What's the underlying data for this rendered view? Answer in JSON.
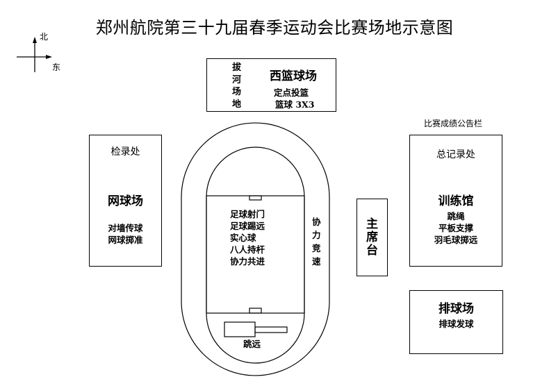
{
  "title": "郑州航院第三十九届春季运动会比赛场地示意图",
  "compass": {
    "north": "北",
    "east": "东"
  },
  "west_court": {
    "tug_of_war": [
      "拔",
      "河",
      "场",
      "地"
    ],
    "name": "西篮球场",
    "events": [
      "定点投篮",
      "篮球 3X3"
    ]
  },
  "tennis_court": {
    "header": "检录处",
    "name": "网球场",
    "events": [
      "对墙传球",
      "网球掷准"
    ]
  },
  "track_field": {
    "events": [
      "足球射门",
      "足球踢远",
      "实心球",
      "八人持杆",
      "协力共进"
    ],
    "lane_event": [
      "协",
      "力",
      "竞",
      "速"
    ],
    "long_jump": "跳远"
  },
  "rostrum": {
    "name": [
      "主",
      "席",
      "台"
    ]
  },
  "gym": {
    "board_label": "比赛成绩公告栏",
    "header": "总记录处",
    "name": "训练馆",
    "events": [
      "跳绳",
      "平板支撑",
      "羽毛球掷远"
    ]
  },
  "volleyball_court": {
    "name": "排球场",
    "events": [
      "排球发球"
    ]
  }
}
